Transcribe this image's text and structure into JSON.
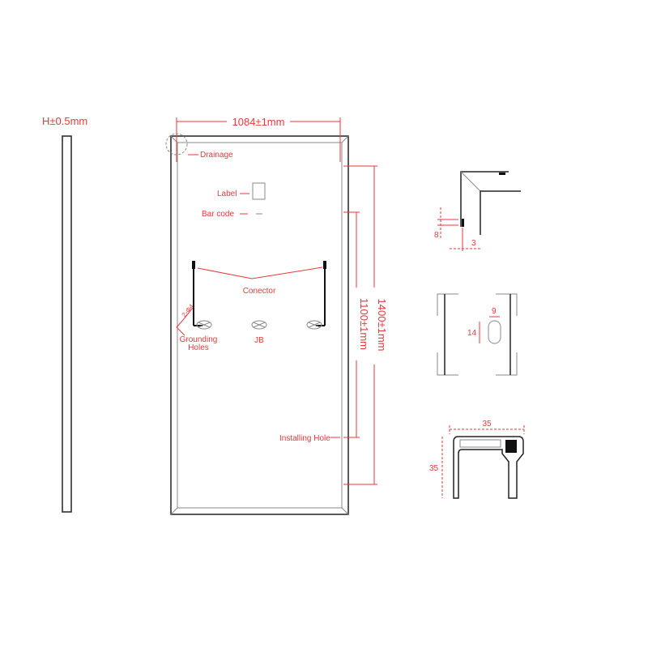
{
  "colors": {
    "annotation": "#e8393b",
    "line": "#222222"
  },
  "side_view": {
    "thickness_label": "H±0.5mm"
  },
  "front_view": {
    "width_label": "1084±1mm",
    "height_label": "1400±1mm",
    "hole_spacing_label": "1100±1mm",
    "drainage_label": "Drainage",
    "label_label": "Label",
    "barcode_label": "Bar code",
    "connector_label": "Conector",
    "grounding_label_1": "Grounding",
    "grounding_label_2": "Holes",
    "grounding_spec": "2-Φ4",
    "jb_label": "JB",
    "installing_hole_label": "Installing Hole"
  },
  "detail_drainage": {
    "dim_8": "8",
    "dim_3": "3"
  },
  "detail_hole": {
    "dim_9": "9",
    "dim_14": "14"
  },
  "detail_frame": {
    "dim_width": "35",
    "dim_height": "35"
  }
}
